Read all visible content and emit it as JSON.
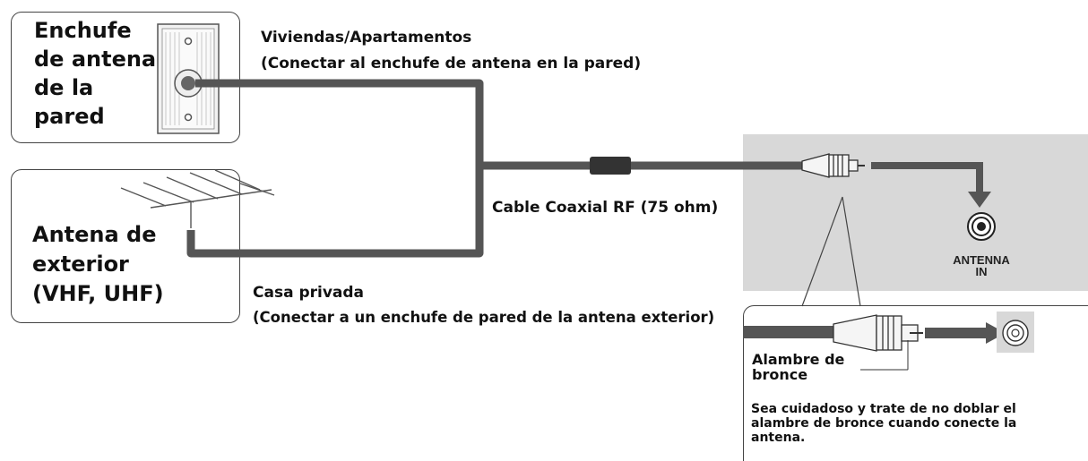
{
  "wall_outlet": {
    "label_lines": [
      "Enchufe",
      "de antena",
      "de la",
      "pared"
    ]
  },
  "outdoor_antenna": {
    "label_lines": [
      "Antena de",
      "exterior",
      "(VHF, UHF)"
    ]
  },
  "apartments": {
    "title": "Viviendas/Apartamentos",
    "note": "(Conectar al enchufe de antena en la pared)"
  },
  "cable": {
    "label": "Cable Coaxial RF (75 ohm)"
  },
  "private_house": {
    "title": "Casa privada",
    "note": "(Conectar a un enchufe de pared de la antena exterior)"
  },
  "tv_panel": {
    "port_label_lines": [
      "ANTENNA",
      "IN"
    ]
  },
  "detail": {
    "wire_label_lines": [
      "Alambre de",
      "bronce"
    ],
    "caution": "Sea cuidadoso y trate de no doblar el alambre de bronce cuando conecte la antena."
  },
  "colors": {
    "cable": "#555555",
    "panel": "#d8d8d8",
    "border": "#444444"
  }
}
